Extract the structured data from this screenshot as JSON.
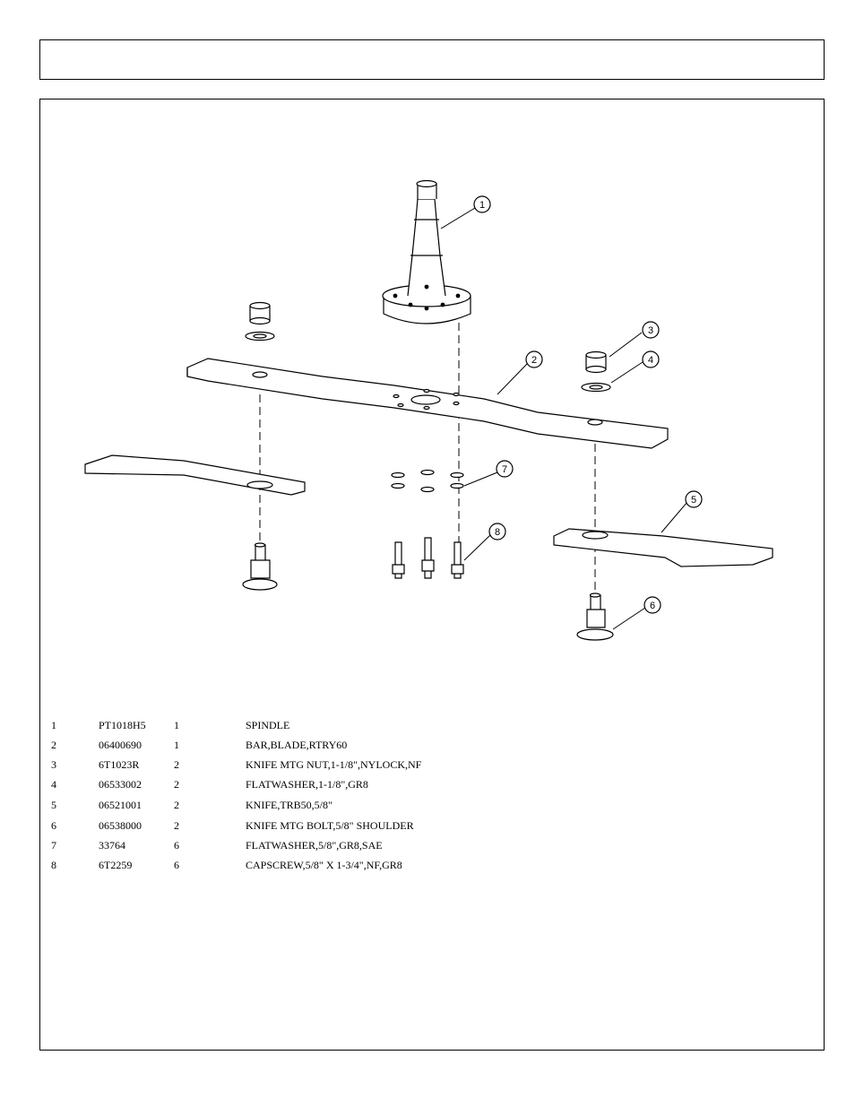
{
  "callouts": [
    "1",
    "2",
    "3",
    "4",
    "5",
    "6",
    "7",
    "8"
  ],
  "parts": [
    {
      "item": "1",
      "part": "PT1018H5",
      "qty": "1",
      "desc": "SPINDLE"
    },
    {
      "item": "2",
      "part": "06400690",
      "qty": "1",
      "desc": "BAR,BLADE,RTRY60"
    },
    {
      "item": "3",
      "part": "6T1023R",
      "qty": "2",
      "desc": "KNIFE MTG NUT,1-1/8\",NYLOCK,NF"
    },
    {
      "item": "4",
      "part": "06533002",
      "qty": "2",
      "desc": "FLATWASHER,1-1/8\",GR8"
    },
    {
      "item": "5",
      "part": "06521001",
      "qty": "2",
      "desc": "KNIFE,TRB50,5/8\""
    },
    {
      "item": "6",
      "part": "06538000",
      "qty": "2",
      "desc": "KNIFE MTG BOLT,5/8\" SHOULDER"
    },
    {
      "item": "7",
      "part": "33764",
      "qty": "6",
      "desc": "FLATWASHER,5/8\",GR8,SAE"
    },
    {
      "item": "8",
      "part": "6T2259",
      "qty": "6",
      "desc": "CAPSCREW,5/8\" X 1-3/4\",NF,GR8"
    }
  ]
}
